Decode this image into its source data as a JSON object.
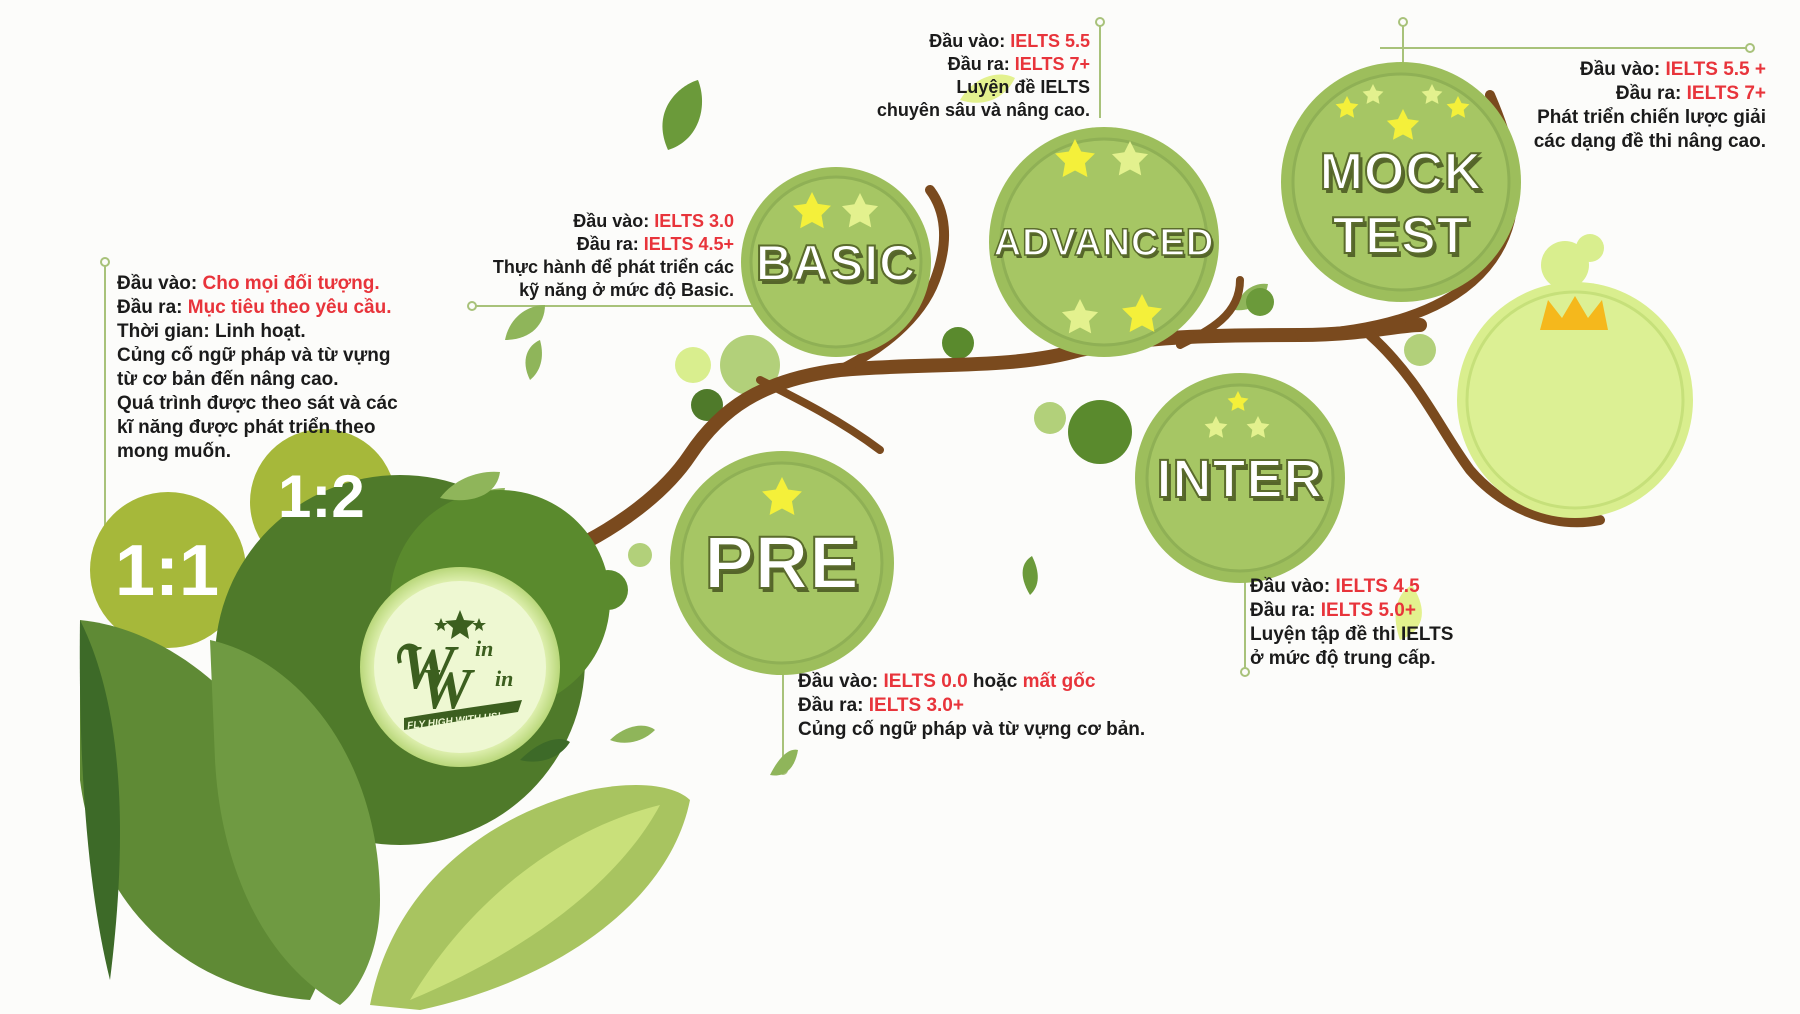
{
  "logo": {
    "part1": "in",
    "part2": "in",
    "tagline": "FLY HIGH WITH US!"
  },
  "ratios": {
    "one_to_one": "1:1",
    "one_to_two": "1:2"
  },
  "levels": {
    "pre": "PRE",
    "basic": "BASIC",
    "advanced": "ADVANCED",
    "inter": "INTER",
    "mock_line1": "MOCK",
    "mock_line2": "TEST"
  },
  "info": {
    "one_on_one": {
      "l1_label": "Đầu vào: ",
      "l1_value": "Cho mọi đối tượng.",
      "l2_label": "Đầu ra: ",
      "l2_value": "Mục tiêu theo yêu cầu.",
      "l3": "Thời gian: Linh hoạt.",
      "l4": "Củng cố ngữ pháp và từ vựng",
      "l5": "từ cơ bản đến nâng cao.",
      "l6": "Quá trình được theo sát và các",
      "l7": "kĩ năng được phát triển theo",
      "l8": "mong muốn."
    },
    "basic": {
      "l1_label": "Đầu vào: ",
      "l1_value": "IELTS 3.0",
      "l2_label": "Đầu ra: ",
      "l2_value": "IELTS 4.5+",
      "l3": "Thực hành để phát triển các",
      "l4": "kỹ năng ở mức độ Basic."
    },
    "advanced": {
      "l1_label": "Đầu vào: ",
      "l1_value": "IELTS 5.5",
      "l2_label": "Đầu ra: ",
      "l2_value": "IELTS 7+",
      "l3": "Luyện đề IELTS",
      "l4": "chuyên sâu và nâng cao."
    },
    "mock": {
      "l1_label": "Đầu vào: ",
      "l1_value": "IELTS 5.5 +",
      "l2_label": "Đầu ra: ",
      "l2_value": "IELTS 7+",
      "l3": "Phát triển chiến lược giải",
      "l4": "các dạng đề thi nâng cao."
    },
    "pre": {
      "l1_label": "Đầu vào: ",
      "l1_value": "IELTS 0.0",
      "l1_mid": " hoặc ",
      "l1_value2": "mất gốc",
      "l2_label": "Đầu ra: ",
      "l2_value": "IELTS 3.0+",
      "l3": "Củng cố ngữ pháp và từ vựng cơ bản."
    },
    "inter": {
      "l1_label": "Đầu vào: ",
      "l1_value": "IELTS 4.5",
      "l2_label": "Đầu ra: ",
      "l2_value": "IELTS 5.0+",
      "l3": "Luyện tập đề thi IELTS",
      "l4": "ở mức độ trung cấp."
    }
  },
  "colors": {
    "highlight": "#e8343b",
    "branch": "#7a4a1e",
    "circle": "#9dbe5c",
    "dark_green": "#4f7a2a",
    "light_green": "#d9ee8e",
    "star": "#f4f03a",
    "crown": "#f5b81c"
  }
}
